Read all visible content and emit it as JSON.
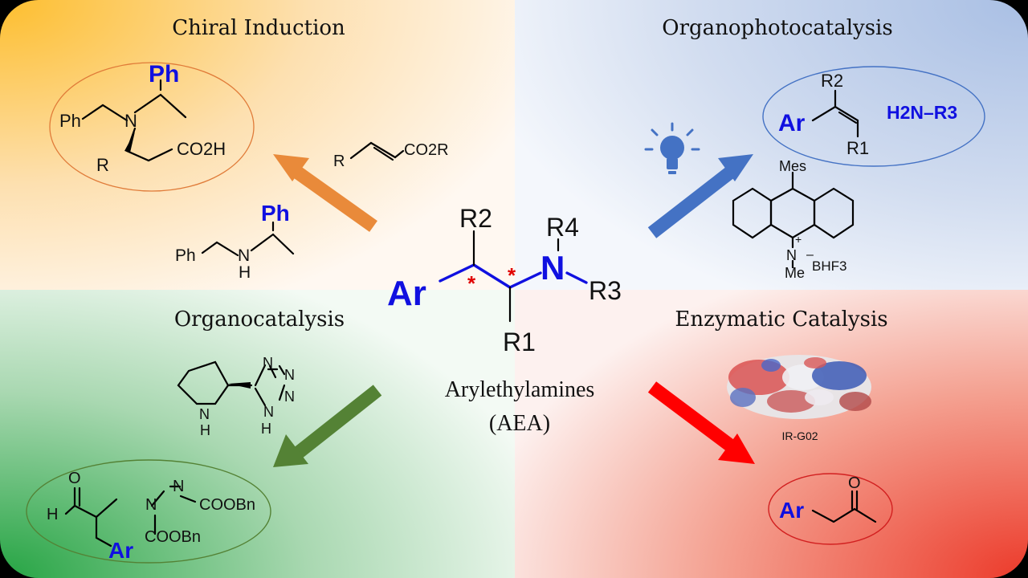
{
  "quadrants": {
    "chiral_induction": {
      "title": "Chiral Induction",
      "product": {
        "ph": "Ph",
        "ph_benzyl": "Ph",
        "n": "N",
        "r": "R",
        "co2h": "CO2H"
      },
      "reagent": {
        "r": "R",
        "co2r": "CO2R"
      },
      "auxiliary": {
        "ph": "Ph",
        "ph_benzyl": "Ph",
        "n": "N",
        "h": "H"
      },
      "arrow_color": "#e98a3a"
    },
    "organophotocatalysis": {
      "title": "Organophotocatalysis",
      "product": {
        "ar": "Ar",
        "r2": "R2",
        "r1": "R1",
        "amine": "H2N–R3"
      },
      "catalyst": {
        "mes": "Mes",
        "n": "N",
        "me": "Me",
        "plus": "+",
        "minus": "–",
        "counterion": "BHF3"
      },
      "icon": "lightbulb-icon",
      "arrow_color": "#4472c4"
    },
    "organocatalysis": {
      "title": "Organocatalysis",
      "catalyst": {
        "n_ring": "N",
        "h_ring": "H",
        "n1": "N",
        "n2": "N",
        "n3": "N",
        "n4": "N",
        "h_tetrazole": "H"
      },
      "product": {
        "o": "O",
        "h": "H",
        "ar": "Ar",
        "n1": "N",
        "n2": "N",
        "coobn1": "COOBn",
        "coobn2": "COOBn"
      },
      "arrow_color": "#548235"
    },
    "enzymatic_catalysis": {
      "title": "Enzymatic Catalysis",
      "enzyme_label": "IR-G02",
      "product": {
        "ar": "Ar",
        "o": "O"
      },
      "arrow_color": "#ff0000"
    }
  },
  "center": {
    "ar": "Ar",
    "n": "N",
    "r1": "R1",
    "r2": "R2",
    "r3": "R3",
    "r4": "R4",
    "stereo": "*",
    "name_line1": "Arylethylamines",
    "name_line2": "(AEA)"
  },
  "colors": {
    "orange_bg": "#fdbf3a",
    "blue_bg": "#b4c7e7",
    "green_bg": "#2eaa4a",
    "red_bg": "#ee4433",
    "structure_blue": "#1010e0",
    "stereo_red": "#e00000"
  }
}
